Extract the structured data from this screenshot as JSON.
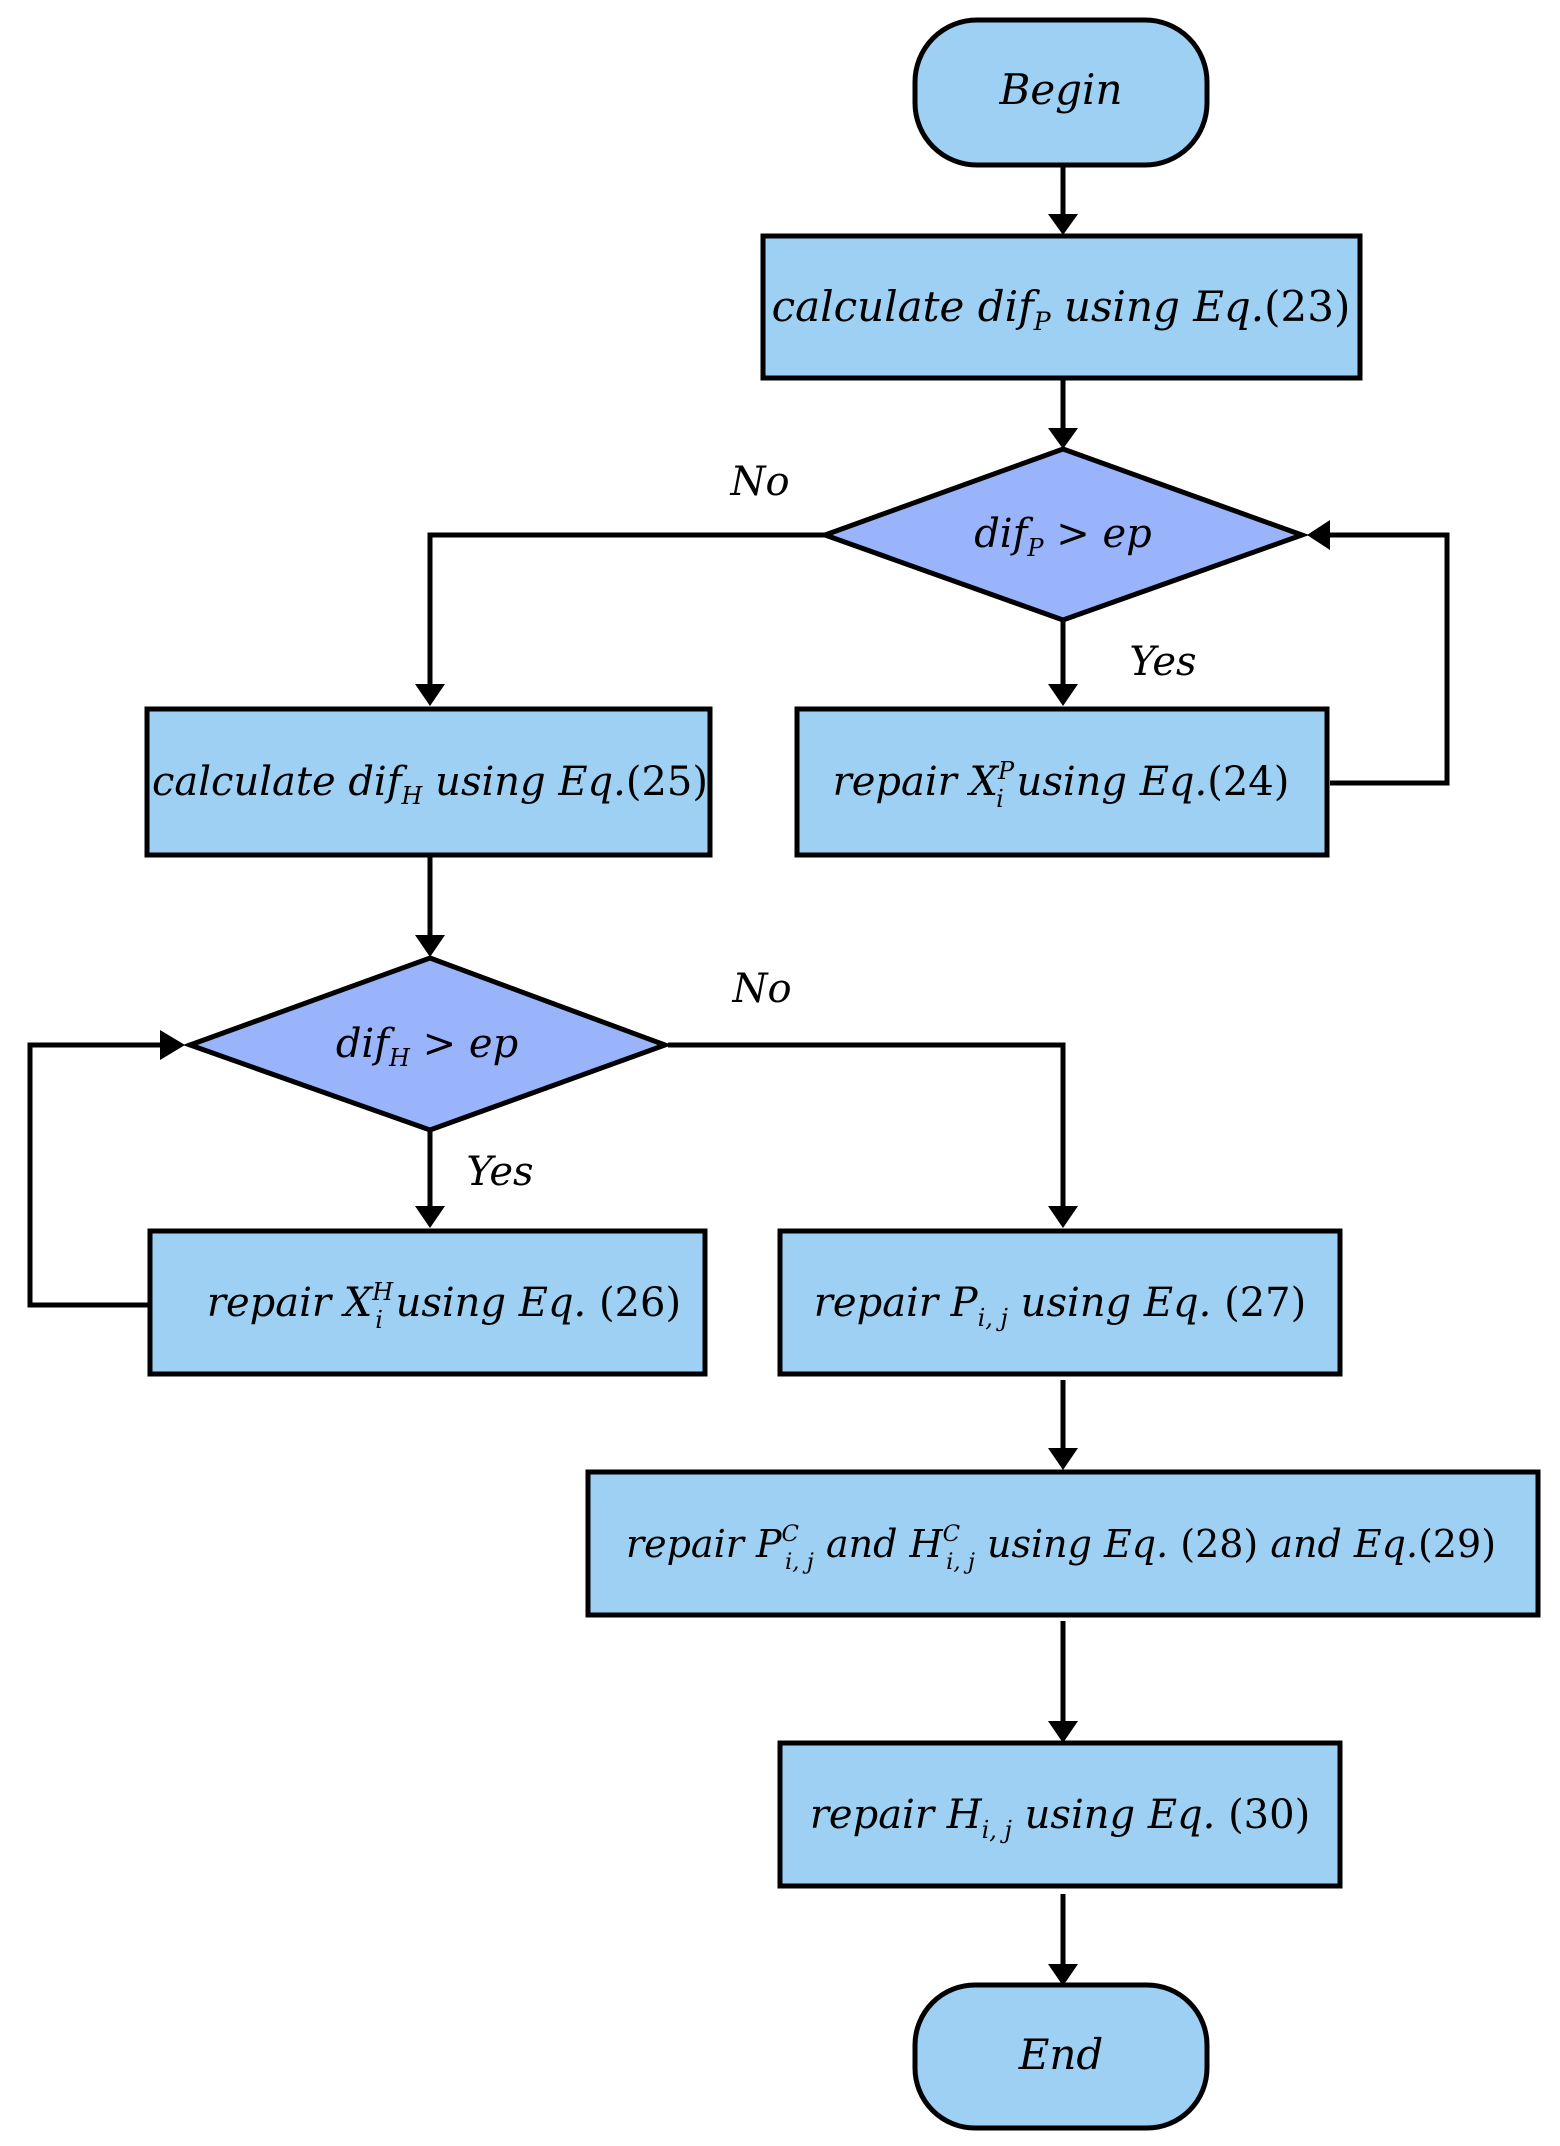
{
  "colors": {
    "process_fill": "#9dd0f2",
    "decision_fill": "#99b4fb",
    "stroke": "#000000"
  },
  "nodes": {
    "begin": {
      "label": "Begin"
    },
    "calc_p": {
      "pre": "calculate ",
      "var": "dif",
      "sub": "P",
      "mid": "  using Eq.",
      "num": "(23)"
    },
    "decision_p": {
      "var": "dif",
      "sub": "P",
      "rest": " > ep"
    },
    "calc_h": {
      "pre": "calculate ",
      "var": "dif",
      "sub": "H",
      "mid": "  using Eq.",
      "num": "(25)"
    },
    "repair_xp": {
      "pre": "repair ",
      "var": "X",
      "sup": "P",
      "sub": "i",
      "mid": "   using Eq.",
      "num": "(24)"
    },
    "decision_h": {
      "var": "dif",
      "sub": "H",
      "rest": " > ep"
    },
    "repair_xh": {
      "pre": "repair ",
      "var": "X",
      "sup": "H",
      "sub": "i",
      "mid": "   using Eq. ",
      "num": "(26)"
    },
    "repair_p": {
      "pre": "repair ",
      "var": "P",
      "sub": "i, j",
      "mid": "  using Eq. ",
      "num": "(27)"
    },
    "repair_pc_hc": {
      "pre": "repair ",
      "var1": "P",
      "sup1": "C",
      "sub1": "i, j",
      "and": "   and ",
      "var2": "H",
      "sup2": "C",
      "sub2": "i, j",
      "mid": "  using Eq. ",
      "num1": "(28)",
      "and2": " and Eq.",
      "num2": "(29)"
    },
    "repair_h": {
      "pre": "repair ",
      "var": "H",
      "sub": "i, j",
      "mid": "  using Eq.  ",
      "num": "(30)"
    },
    "end": {
      "label": "End"
    }
  },
  "branch_labels": {
    "p_no": "No",
    "p_yes": "Yes",
    "h_no": "No",
    "h_yes": "Yes"
  }
}
